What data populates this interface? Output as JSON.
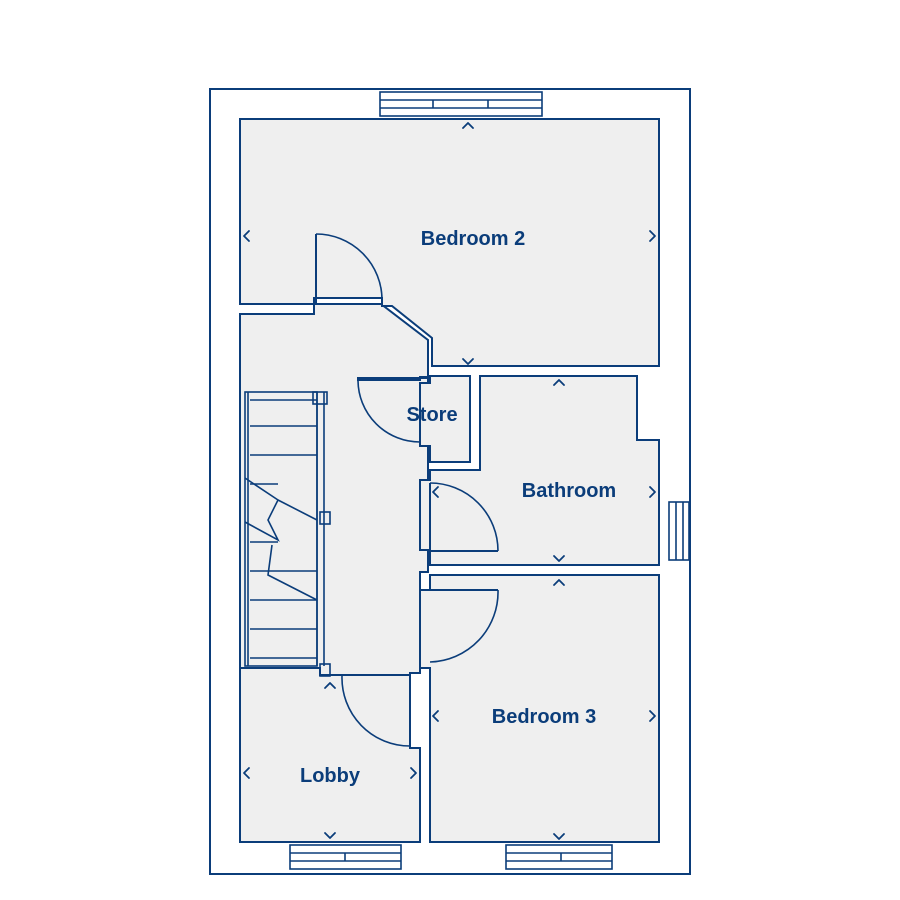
{
  "rooms": {
    "bedroom2": "Bedroom 2",
    "store": "Store",
    "bathroom": "Bathroom",
    "bedroom3": "Bedroom 3",
    "lobby": "Lobby"
  },
  "colors": {
    "line": "#0b3d7a",
    "floor": "#efefef",
    "background": "#ffffff"
  }
}
